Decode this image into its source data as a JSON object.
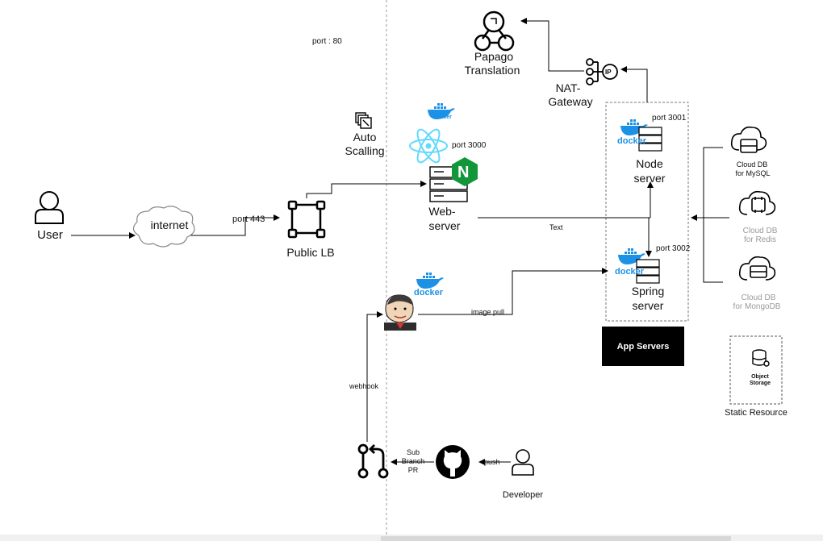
{
  "labels": {
    "port80": "port : 80",
    "papago": "Papago",
    "translation": "Translation",
    "nat_line1": "NAT-",
    "nat_line2": "Gateway",
    "auto_line1": "Auto",
    "auto_line2": "Scalling",
    "port3000": "port 3000",
    "port3001": "port 3001",
    "port3002": "port 3002",
    "node_line1": "Node",
    "node_line2": "server",
    "spring_line1": "Spring",
    "spring_line2": "server",
    "web_line1": "Web-",
    "web_line2": "server",
    "user": "User",
    "internet": "internet",
    "port443": "port 443",
    "public_lb": "Public  LB",
    "text_edge": "Text",
    "image_pull": "image pull",
    "webhook": "webhook",
    "sub": "Sub",
    "branch": "Branch",
    "pr": "PR",
    "push": "push",
    "developer": "Developer",
    "app_servers": "App Servers",
    "object_line1": "Object",
    "object_line2": "Storage",
    "static_resource": "Static Resource",
    "mysql_line1": "Cloud DB",
    "mysql_line2": "for MySQL",
    "redis_line1": "Cloud DB",
    "redis_line2": "for Redis",
    "mongo_line1": "Cloud DB",
    "mongo_line2": "for MongoDB",
    "docker": "docker",
    "ip": "IP",
    "nginx": "N"
  },
  "icons": [
    "user-icon",
    "internet-cloud-icon",
    "load-balancer-icon",
    "auto-scaling-icon",
    "react-icon",
    "nginx-icon",
    "server-icon",
    "docker-icon",
    "papago-icon",
    "nat-gateway-icon",
    "jenkins-icon",
    "github-icon",
    "pull-request-icon",
    "developer-icon",
    "mysql-db-icon",
    "redis-db-icon",
    "mongodb-icon",
    "object-storage-icon"
  ],
  "colors": {
    "docker": "#1d91e6",
    "react": "#61dafb",
    "nginx": "#119639",
    "redis_grey": "#9a9a9a",
    "line": "#000000"
  }
}
